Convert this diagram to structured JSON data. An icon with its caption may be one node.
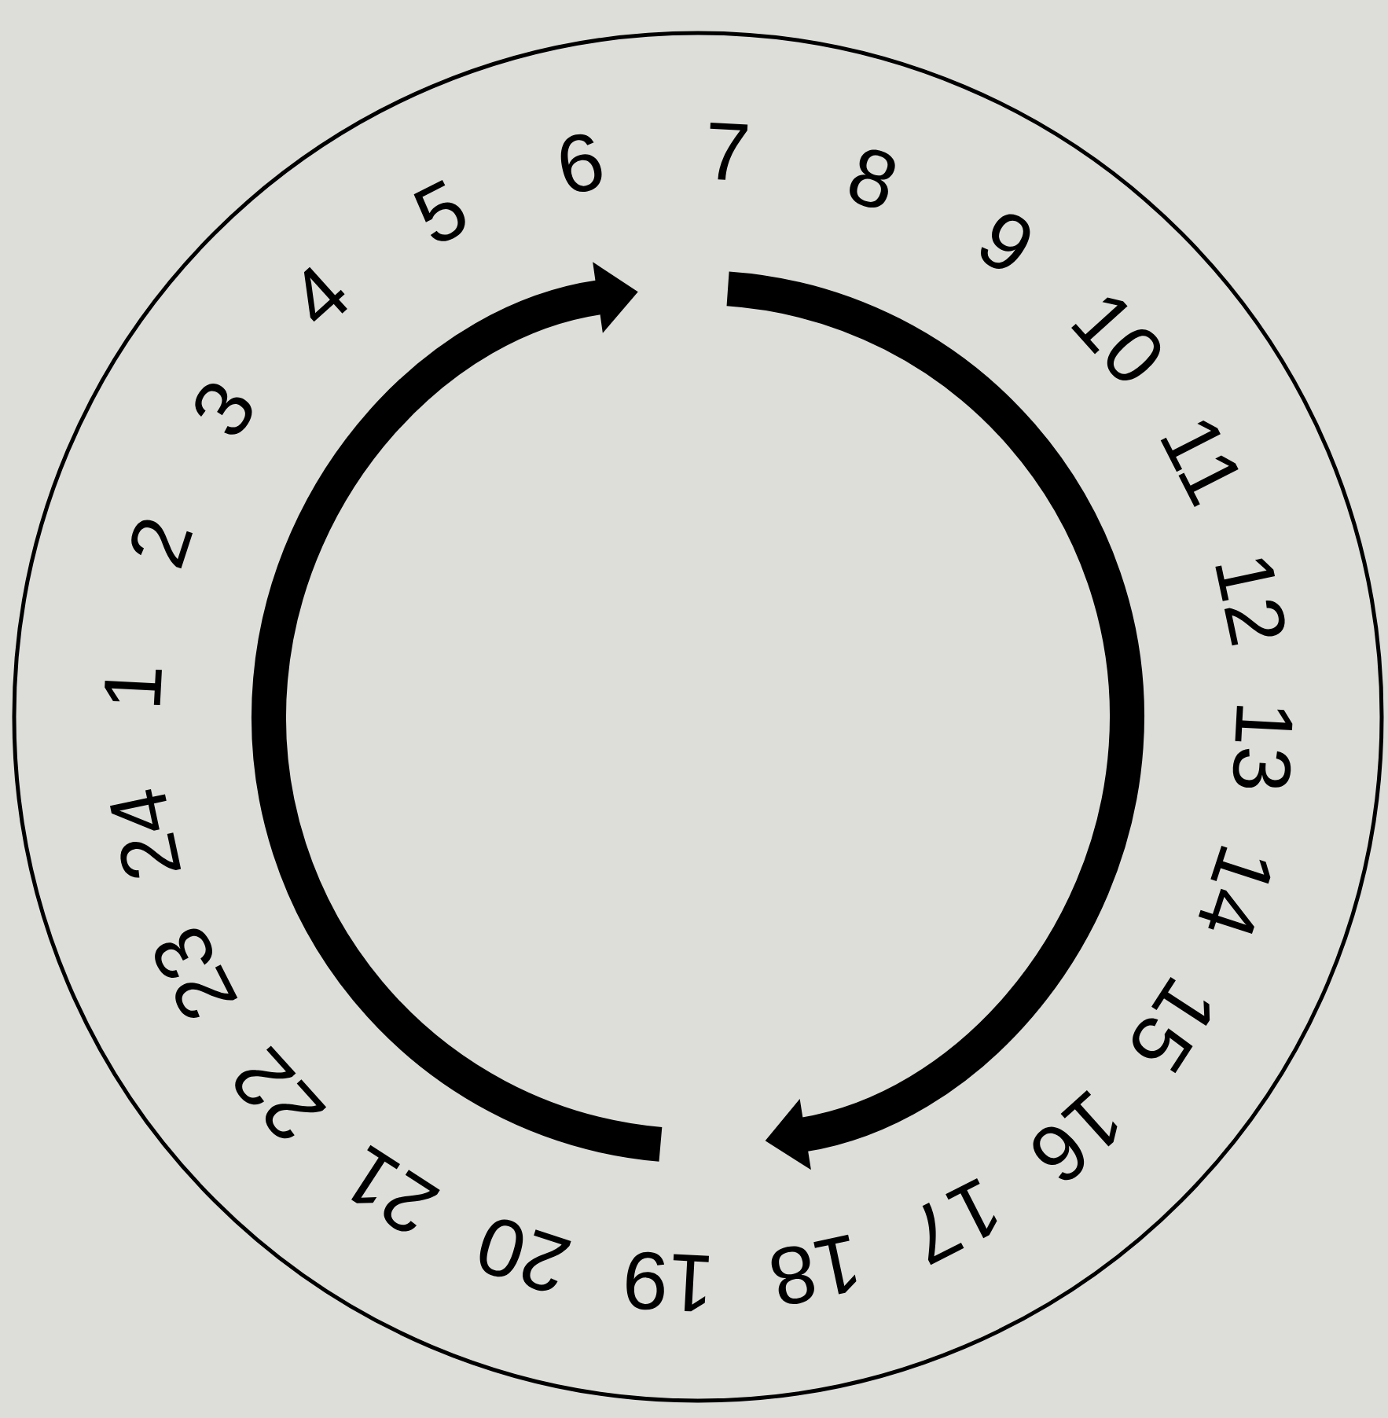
{
  "diagram": {
    "labels": [
      "1",
      "2",
      "3",
      "4",
      "5",
      "6",
      "7",
      "8",
      "9",
      "10",
      "11",
      "12",
      "13",
      "14",
      "15",
      "16",
      "17",
      "18",
      "19",
      "20",
      "21",
      "22",
      "23",
      "24"
    ]
  }
}
